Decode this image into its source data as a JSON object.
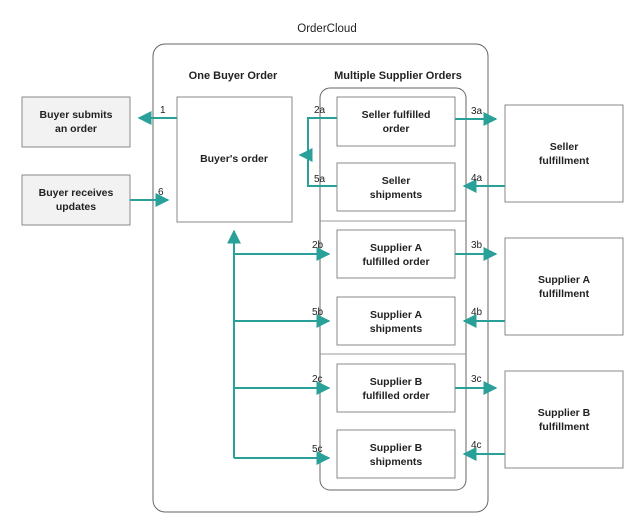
{
  "title": "OrderCloud",
  "headers": {
    "buyer": "One Buyer Order",
    "supplier": "Multiple Supplier Orders"
  },
  "left_boxes": {
    "submit": [
      "Buyer submits",
      "an order"
    ],
    "receive": [
      "Buyer receives",
      "updates"
    ]
  },
  "buyer_order": "Buyer's order",
  "supplier_orders": {
    "seller_order": [
      "Seller fulfilled",
      "order"
    ],
    "seller_shipments": [
      "Seller",
      "shipments"
    ],
    "a_order": [
      "Supplier A",
      "fulfilled order"
    ],
    "a_shipments": [
      "Supplier A",
      "shipments"
    ],
    "b_order": [
      "Supplier B",
      "fulfilled order"
    ],
    "b_shipments": [
      "Supplier B",
      "shipments"
    ]
  },
  "fulfillment": {
    "seller": [
      "Seller",
      "fulfillment"
    ],
    "a": [
      "Supplier A",
      "fulfillment"
    ],
    "b": [
      "Supplier B",
      "fulfillment"
    ]
  },
  "step_labels": {
    "s1": "1",
    "s6": "6",
    "s2a": "2a",
    "s5a": "5a",
    "s3a": "3a",
    "s4a": "4a",
    "s2b": "2b",
    "s5b": "5b",
    "s3b": "3b",
    "s4b": "4b",
    "s2c": "2c",
    "s5c": "5c",
    "s3c": "3c",
    "s4c": "4c"
  },
  "colors": {
    "arrow": "#2aa198",
    "box_border": "#8a8a8a",
    "left_box_fill": "#f2f2f2"
  }
}
